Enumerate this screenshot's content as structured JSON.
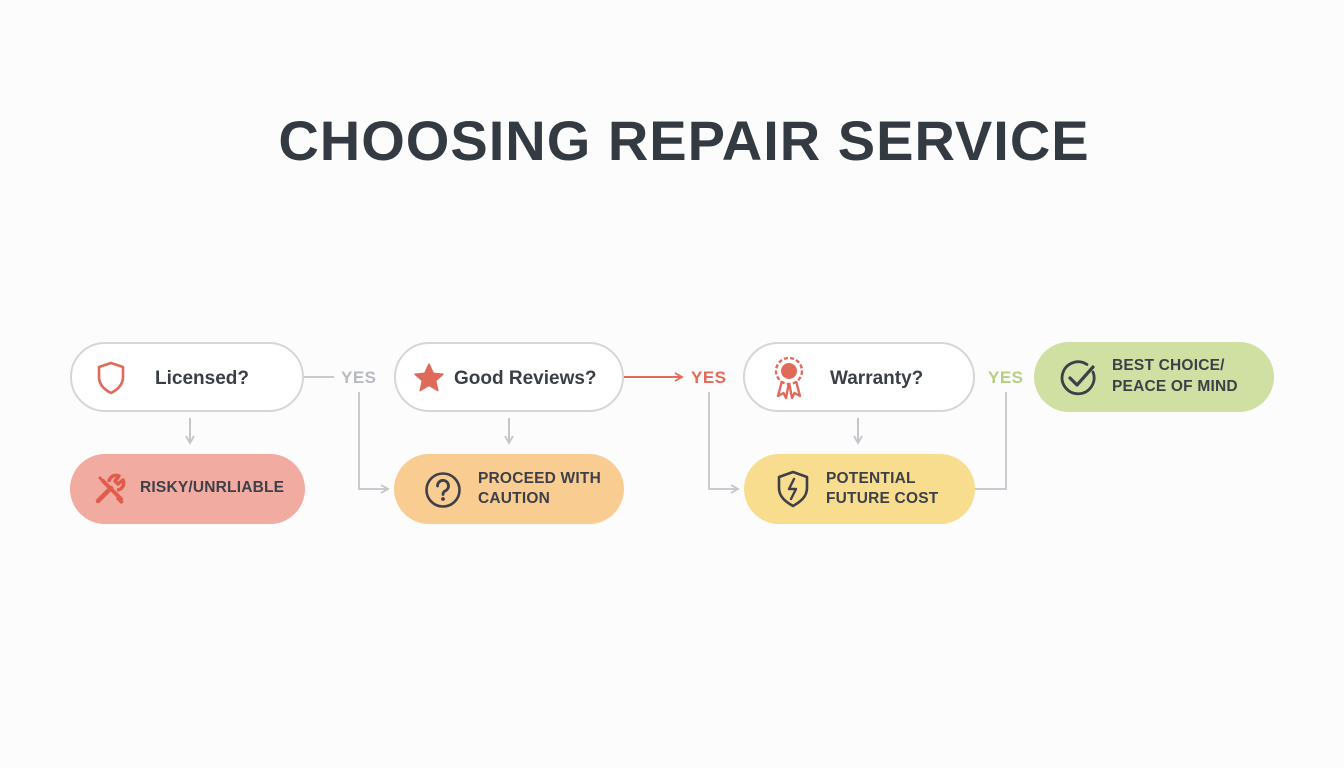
{
  "title": "CHOOSING REPAIR SERVICE",
  "questions": [
    {
      "label": "Licensed?",
      "icon": "shield-icon"
    },
    {
      "label": "Good Reviews?",
      "icon": "star-icon"
    },
    {
      "label": "Warranty?",
      "icon": "award-ribbon-icon"
    }
  ],
  "yes_labels": [
    "YES",
    "YES",
    "YES"
  ],
  "outcomes": [
    {
      "line1": "RISKY/UNRLIABLE",
      "line2": "",
      "icon": "wrench-screwdriver-icon",
      "color": "#f1aba0"
    },
    {
      "line1": "PROCEED WITH",
      "line2": "CAUTION",
      "icon": "question-circle-icon",
      "color": "#f9cd92"
    },
    {
      "line1": "POTENTIAL",
      "line2": "FUTURE COST",
      "icon": "broken-shield-icon",
      "color": "#f8dd8f"
    },
    {
      "line1": "BEST CHOICE/",
      "line2": "PEACE OF MIND",
      "icon": "check-circle-icon",
      "color": "#cfe0a2"
    }
  ],
  "colors": {
    "title": "#343a42",
    "connector": "#c8ccd0",
    "accent_red": "#e06a5a",
    "yes_grey": "#b7bbc0",
    "yes_red": "#e26a5a",
    "yes_green": "#b6cf80"
  }
}
